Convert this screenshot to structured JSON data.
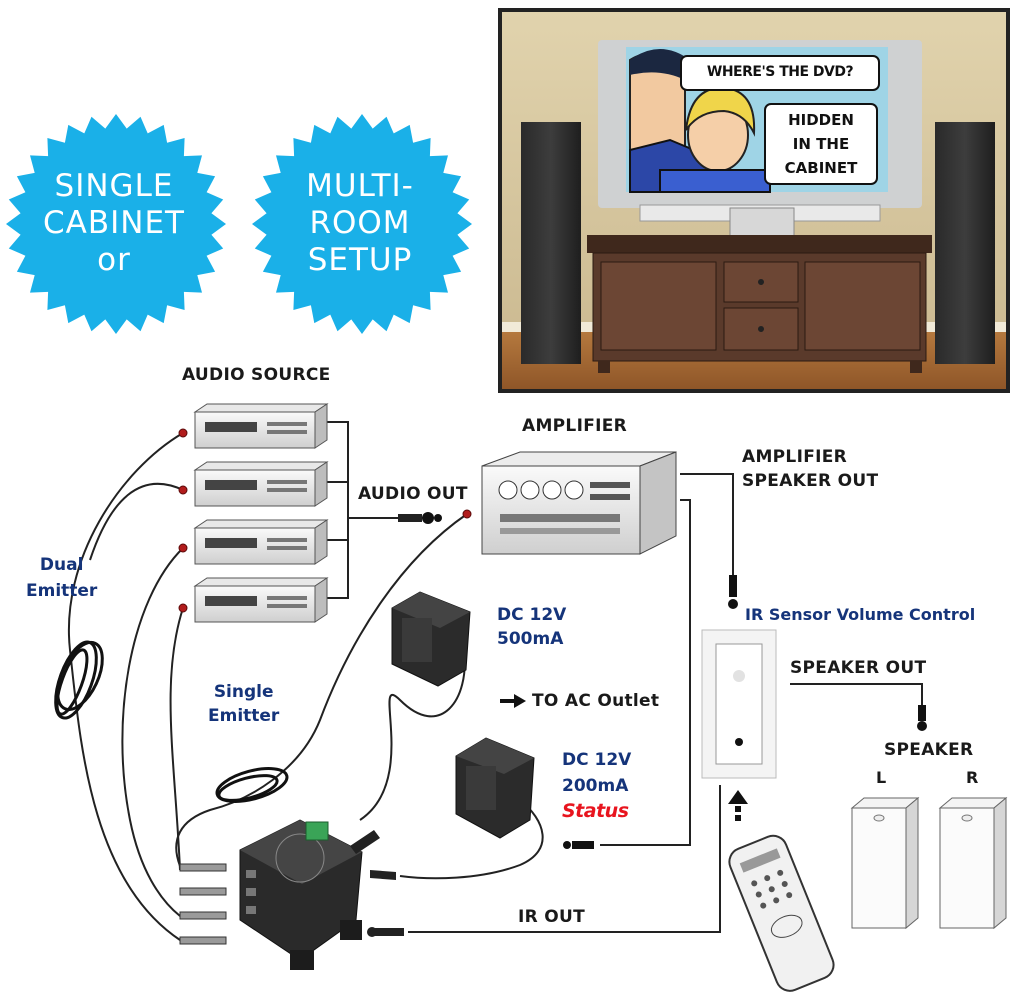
{
  "badges": {
    "single_cabinet_lines": [
      "SINGLE",
      "CABINET",
      "or"
    ],
    "multi_room_lines": [
      "MULTI-",
      "ROOM",
      "SETUP"
    ],
    "color": "#1ab0e8"
  },
  "photo": {
    "bubble_top": "WHERE'S THE DVD?",
    "bubble_right_lines": [
      "HIDDEN",
      "IN THE",
      "CABINET"
    ]
  },
  "labels": {
    "audio_source": "AUDIO SOURCE",
    "amplifier": "AMPLIFIER",
    "amplifier_speaker_out_lines": [
      "AMPLIFIER",
      "SPEAKER OUT"
    ],
    "audio_out": "AUDIO OUT",
    "dual_emitter_lines": [
      "Dual",
      "Emitter"
    ],
    "single_emitter_lines": [
      "Single",
      "Emitter"
    ],
    "dc_500_lines": [
      "DC 12V",
      "500mA"
    ],
    "to_ac_outlet": "TO AC Outlet",
    "dc_200_lines": [
      "DC 12V",
      "200mA"
    ],
    "status": "Status",
    "ir_sensor": "IR Sensor Volume Control",
    "speaker_out": "SPEAKER OUT",
    "speaker": "SPEAKER",
    "left": "L",
    "right": "R",
    "ir_out": "IR OUT"
  },
  "colors": {
    "label_black": "#1a1a1a",
    "label_blue": "#15347a",
    "status_red": "#e8141e",
    "wall": "#d8c9a3",
    "cabinet": "#5a3a2b"
  }
}
